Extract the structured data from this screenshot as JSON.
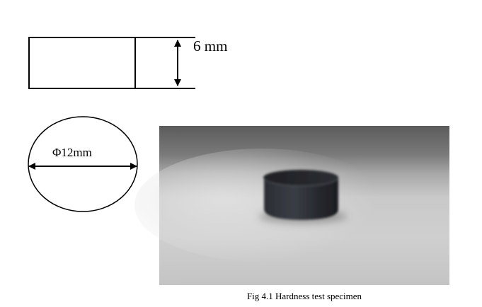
{
  "figure": {
    "side_view": {
      "height_label": "6 mm"
    },
    "top_view": {
      "diameter_label": "Φ12mm"
    },
    "photo": {
      "subject": "black cylindrical specimen on white surface"
    },
    "caption": "Fig 4.1 Hardness test specimen"
  }
}
